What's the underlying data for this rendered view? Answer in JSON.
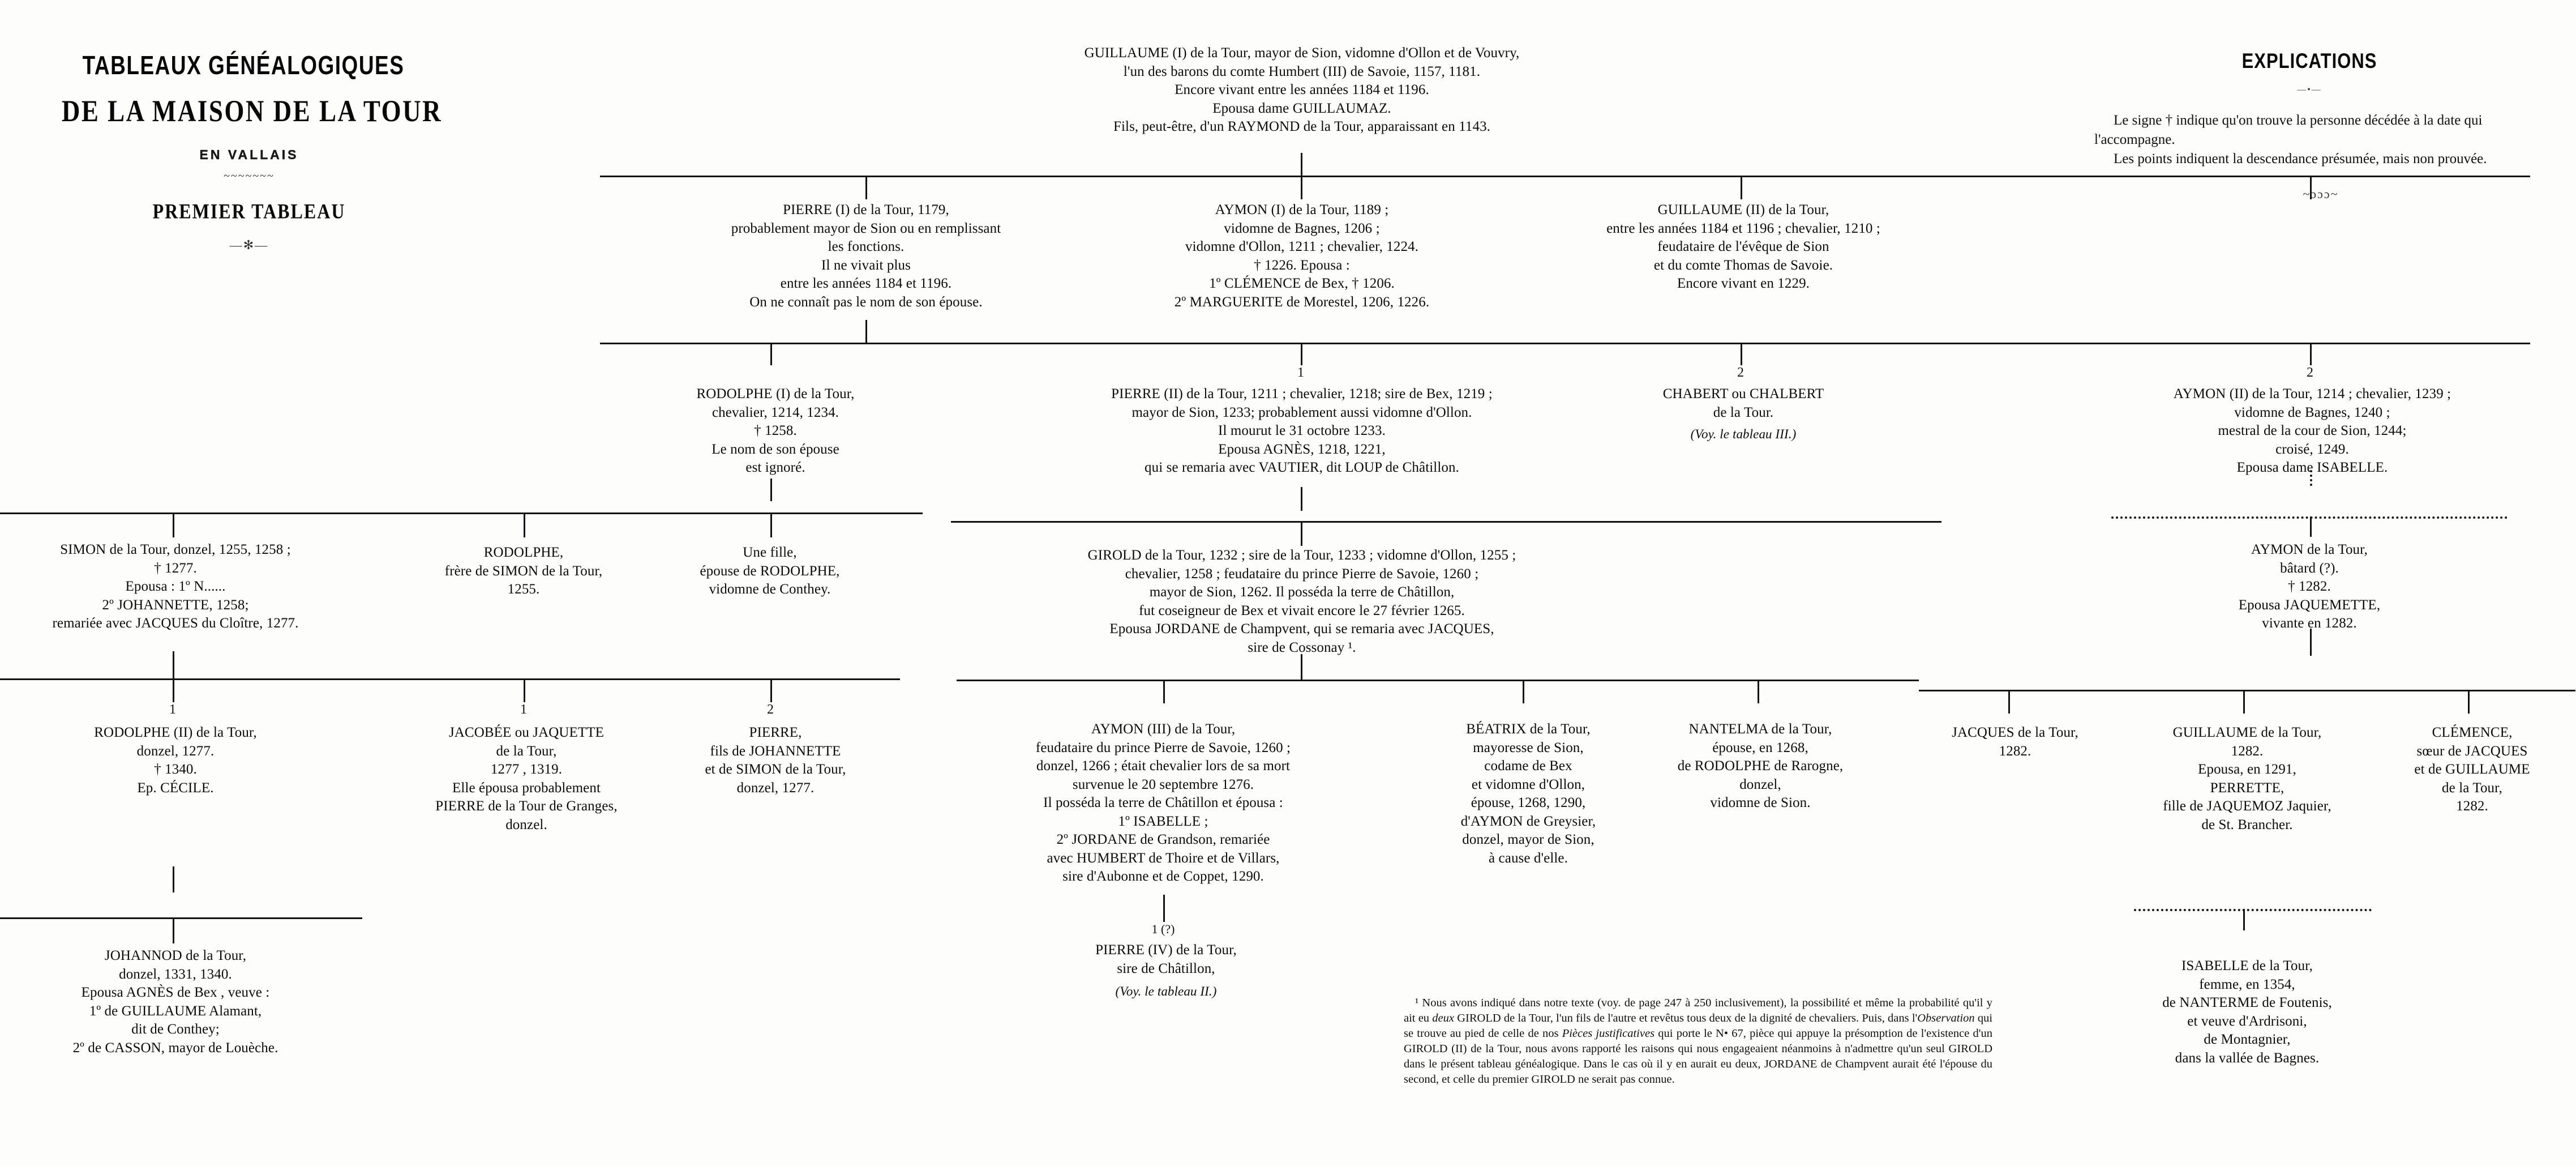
{
  "title": {
    "line1": "TABLEAUX GÉNÉALOGIQUES",
    "line2": "DE LA MAISON DE LA TOUR",
    "line3": "EN VALLAIS",
    "ornament1": "~~~~~~~",
    "line4": "PREMIER TABLEAU",
    "ornament2": "—✻—"
  },
  "explications": {
    "heading": "EXPLICATIONS",
    "ornament": "—•—",
    "p1": "Le signe † indique qu'on trouve la personne décédée à la date qui l'accompagne.",
    "p2": "Les points indiquent la descendance présumée, mais non prouvée.",
    "ornament2": "~ɔɔɔ~"
  },
  "generation1": {
    "guillaume_i": "GUILLAUME (I) de la Tour, mayor de Sion, vidomne d'Ollon et de Vouvry,\nl'un des barons du comte Humbert (III) de Savoie, 1157, 1181.\nEncore vivant entre les années 1184 et 1196.\nEpousa dame GUILLAUMAZ.\nFils, peut-être, d'un RAYMOND de la Tour, apparaissant en 1143."
  },
  "generation2": [
    {
      "id": "pierre-i",
      "text": "PIERRE (I) de la Tour, 1179,\nprobablement mayor de Sion ou en remplissant\nles fonctions.\nIl ne vivait plus\nentre les années 1184 et 1196.\nOn ne connaît pas le nom de son épouse."
    },
    {
      "id": "aymon-i",
      "text": "AYMON (I) de la Tour, 1189 ;\nvidomne de Bagnes, 1206 ;\nvidomne d'Ollon, 1211 ; chevalier, 1224.\n† 1226. Epousa :\n1º CLÉMENCE de Bex, † 1206.\n2º MARGUERITE de Morestel, 1206, 1226."
    },
    {
      "id": "guillaume-ii",
      "text": "GUILLAUME (II) de la Tour,\nentre les années 1184 et 1196 ; chevalier, 1210 ;\nfeudataire de l'évêque de Sion\net du comte Thomas de Savoie.\nEncore vivant en 1229."
    }
  ],
  "generation3": [
    {
      "id": "rodolphe-i",
      "marker": "",
      "text": "RODOLPHE (I) de la Tour,\nchevalier, 1214, 1234.\n† 1258.\nLe nom de son épouse\nest ignoré."
    },
    {
      "id": "pierre-ii",
      "marker": "1",
      "text": "PIERRE (II) de la Tour, 1211 ; chevalier, 1218; sire de Bex, 1219 ;\nmayor de Sion, 1233; probablement aussi vidomne d'Ollon.\nIl mourut le 31 octobre 1233.\nEpousa AGNÈS, 1218, 1221,\nqui se remaria avec VAUTIER, dit LOUP de Châtillon."
    },
    {
      "id": "chabert",
      "marker": "2",
      "text": "CHABERT ou CHALBERT\nde la Tour.",
      "italic_tail": "(Voy. le tableau III.)"
    },
    {
      "id": "aymon-ii",
      "marker": "2",
      "text": "AYMON (II) de la Tour, 1214 ; chevalier, 1239 ;\nvidomne de Bagnes, 1240 ;\nmestral de la cour de Sion, 1244;\ncroisé, 1249.\nEpousa dame ISABELLE."
    }
  ],
  "generation4": [
    {
      "id": "simon",
      "text": "SIMON de la Tour, donzel, 1255, 1258 ;\n† 1277.\nEpousa : 1º N......\n2º JOHANNETTE, 1258;\nremariée avec JACQUES du Cloître, 1277."
    },
    {
      "id": "rodolphe-frere",
      "text": "RODOLPHE,\nfrère de SIMON de la Tour,\n1255."
    },
    {
      "id": "une-fille",
      "text": "Une fille,\népouse de RODOLPHE,\nvidomne de Conthey."
    },
    {
      "id": "girold",
      "text": "GIROLD de la Tour, 1232 ; sire de la Tour, 1233 ; vidomne d'Ollon, 1255 ;\nchevalier, 1258 ; feudataire du prince Pierre de Savoie, 1260 ;\nmayor de Sion, 1262. Il posséda la terre de Châtillon,\nfut coseigneur de Bex et vivait encore le 27 février 1265.\nEpousa JORDANE de Champvent, qui se remaria avec JACQUES,\nsire de Cossonay ¹."
    },
    {
      "id": "aymon-batard",
      "text": "AYMON de la Tour,\nbâtard (?).\n† 1282.\nEpousa JAQUEMETTE,\nvivante en 1282."
    }
  ],
  "generation5": [
    {
      "id": "rodolphe-ii",
      "marker": "1",
      "text": "RODOLPHE (II) de la Tour,\ndonzel, 1277.\n† 1340.\nEp. CÉCILE."
    },
    {
      "id": "jacobee",
      "marker": "1",
      "text": "JACOBÉE ou JAQUETTE\nde la Tour,\n1277 , 1319.\nElle épousa probablement\nPIERRE de la Tour de Granges,\ndonzel."
    },
    {
      "id": "pierre-johannette",
      "marker": "2",
      "text": "PIERRE,\nfils de JOHANNETTE\net de SIMON de la Tour,\ndonzel, 1277."
    },
    {
      "id": "aymon-iii",
      "marker": "",
      "text": "AYMON (III) de la Tour,\nfeudataire du prince Pierre de Savoie, 1260 ;\ndonzel, 1266 ; était chevalier lors de sa mort\nsurvenue le 20 septembre 1276.\nIl posséda la terre de Châtillon et épousa :\n1º ISABELLE ;\n2º JORDANE de Grandson, remariée\navec HUMBERT de Thoire et de Villars,\nsire d'Aubonne et de Coppet, 1290."
    },
    {
      "id": "beatrix",
      "marker": "",
      "text": "BÉATRIX de la Tour,\nmayoresse de Sion,\ncodame de Bex\net vidomne d'Ollon,\népouse, 1268, 1290,\nd'AYMON de Greysier,\ndonzel, mayor de Sion,\nà cause d'elle."
    },
    {
      "id": "nantelma",
      "marker": "",
      "text": "NANTELMA de la Tour,\népouse, en 1268,\nde RODOLPHE de Rarogne,\ndonzel,\nvidomne de Sion."
    },
    {
      "id": "jacques",
      "marker": "",
      "text": "JACQUES de la Tour,\n1282."
    },
    {
      "id": "guillaume-1282",
      "marker": "",
      "text": "GUILLAUME de la Tour,\n1282.\nEpousa, en 1291,\nPERRETTE,\nfille de JAQUEMOZ Jaquier,\nde St. Brancher."
    },
    {
      "id": "clemence",
      "marker": "",
      "text": "CLÉMENCE,\nsœur de JACQUES\net de GUILLAUME\nde la Tour,\n1282."
    }
  ],
  "generation6": [
    {
      "id": "johannod",
      "text": "JOHANNOD de la Tour,\ndonzel, 1331, 1340.\nEpousa AGNÈS de Bex , veuve :\n1º de GUILLAUME Alamant,\ndit de Conthey;\n2º de CASSON, mayor de Louèche."
    },
    {
      "id": "pierre-iv",
      "marker": "1 (?)",
      "text": "PIERRE (IV) de la Tour,\nsire de Châtillon,",
      "italic_tail": "(Voy. le tableau II.)"
    },
    {
      "id": "isabelle",
      "text": "ISABELLE de la Tour,\nfemme, en 1354,\nde NANTERME de Foutenis,\net veuve d'Ardrisoni,\nde Montagnier,\ndans la vallée de Bagnes."
    }
  ],
  "footnote": {
    "marker": "¹",
    "part1": " Nous avons indiqué dans notre texte (voy. de page 247 à 250 inclusivement), la possibilité et même la probabilité qu'il y ait eu ",
    "ital1": "deux",
    "part2": " GIROLD de la Tour, l'un fils de l'autre et revêtus tous deux de la dignité de chevaliers. Puis, dans l'",
    "ital2": "Observation",
    "part3": " qui se trouve au pied de celle de nos ",
    "ital3": "Pièces justificatives",
    "part4": " qui porte le N• 67, pièce qui appuye la présomption de l'existence d'un GIROLD (II) de la Tour, nous avons rapporté les raisons qui nous engageaient néanmoins à n'admettre qu'un seul GIROLD dans le présent tableau généalogique. Dans le cas où il y en aurait eu deux, JORDANE de Champvent aurait été l'épouse du second, et celle du premier GIROLD ne serait pas connue."
  }
}
